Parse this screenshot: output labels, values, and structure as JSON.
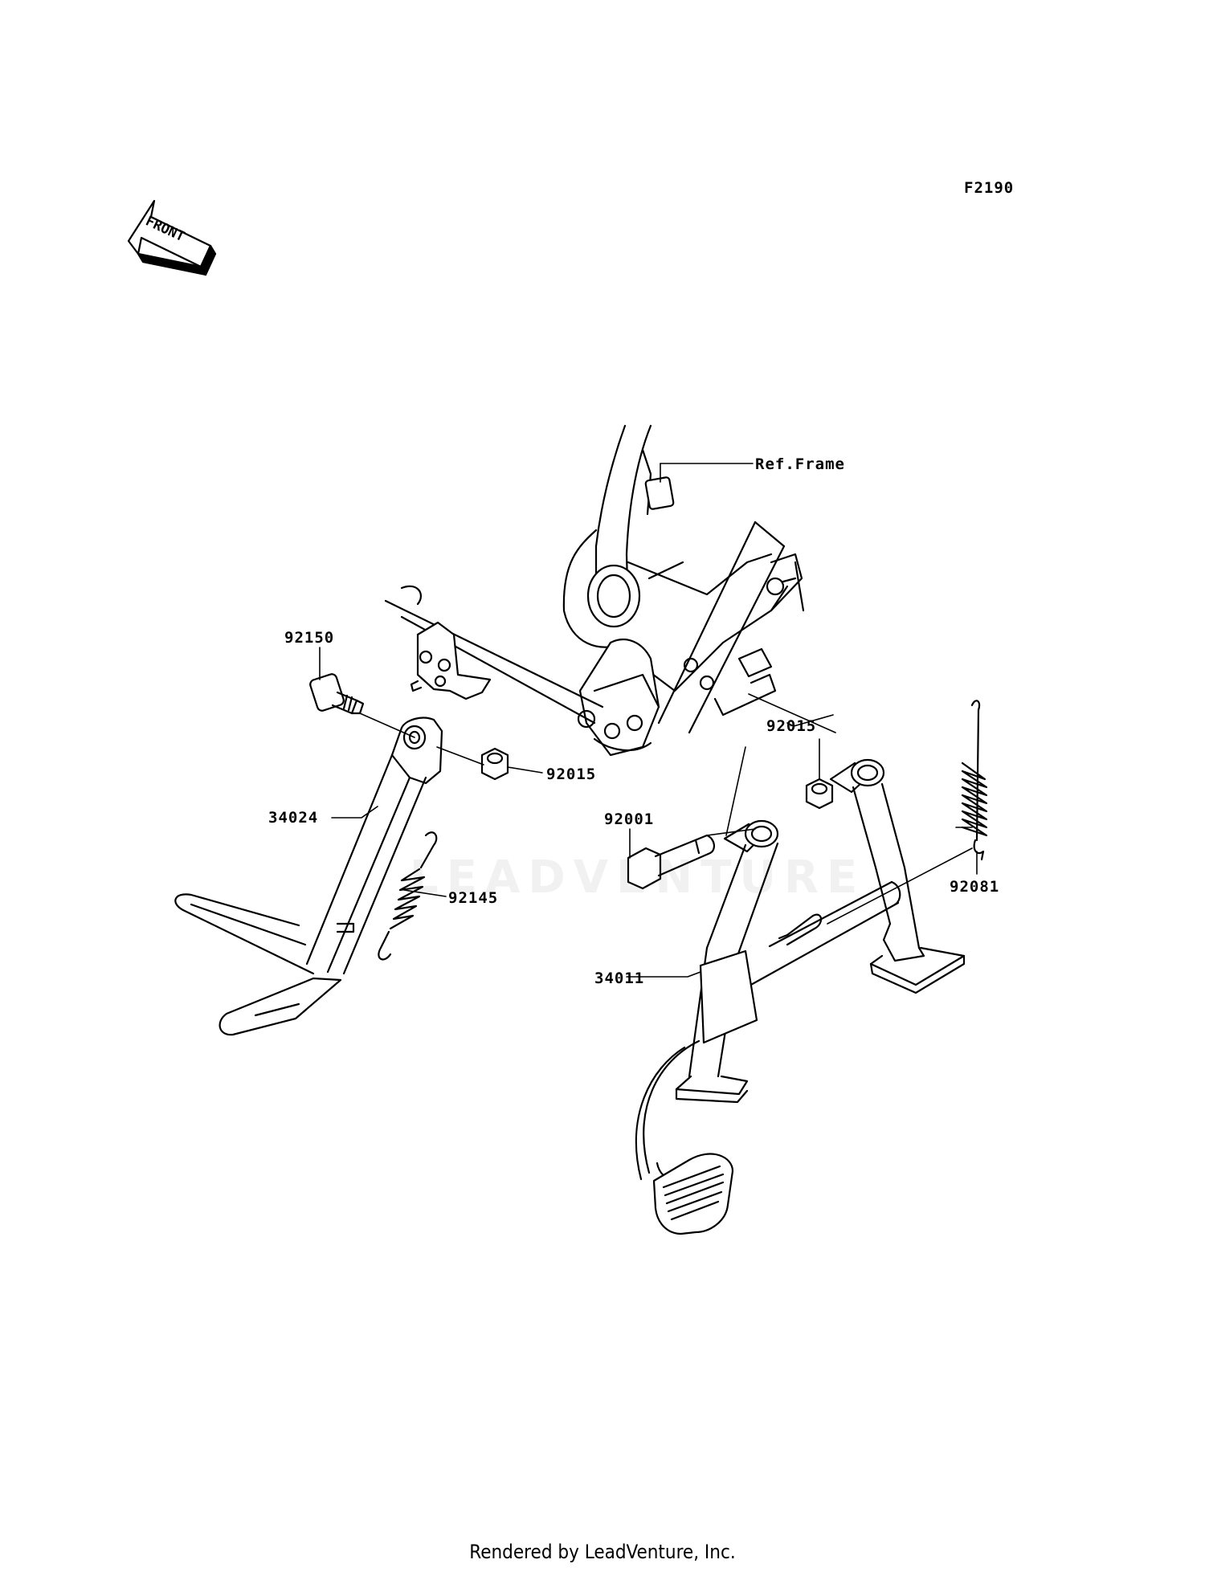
{
  "diagram_code": "F2190",
  "front_label": "FRONT",
  "watermark": "LEADVENTURE",
  "callouts": {
    "ref_frame": "Ref.Frame",
    "p92150": "92150",
    "p92015_left": "92015",
    "p34024": "34024",
    "p92145": "92145",
    "p92015_right": "92015",
    "p92001": "92001",
    "p34011": "34011",
    "p92081": "92081"
  },
  "footer": "Rendered by LeadVenture, Inc."
}
